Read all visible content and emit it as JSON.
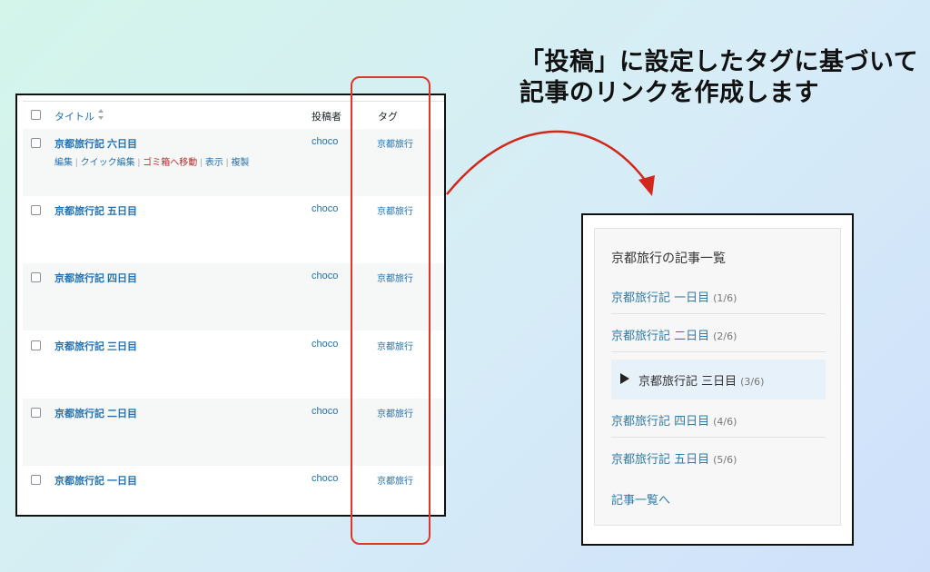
{
  "headline": {
    "line1": "「投稿」に設定したタグに基づいて",
    "line2": "記事のリンクを作成します"
  },
  "wp_list": {
    "headers": {
      "title": "タイトル",
      "author": "投稿者",
      "tags": "タグ"
    },
    "rows": [
      {
        "title": "京都旅行記 六日目",
        "author": "choco",
        "tag": "京都旅行"
      },
      {
        "title": "京都旅行記 五日目",
        "author": "choco",
        "tag": "京都旅行"
      },
      {
        "title": "京都旅行記 四日目",
        "author": "choco",
        "tag": "京都旅行"
      },
      {
        "title": "京都旅行記 三日目",
        "author": "choco",
        "tag": "京都旅行"
      },
      {
        "title": "京都旅行記 二日目",
        "author": "choco",
        "tag": "京都旅行"
      },
      {
        "title": "京都旅行記 一日目",
        "author": "choco",
        "tag": "京都旅行"
      }
    ],
    "row_actions": {
      "edit": "編集",
      "quick_edit": "クイック編集",
      "trash": "ゴミ箱へ移動",
      "view": "表示",
      "duplicate": "複製",
      "separator": "|"
    }
  },
  "widget": {
    "title": "京都旅行の記事一覧",
    "items": [
      {
        "label": "京都旅行記 一日目",
        "count": "(1/6)"
      },
      {
        "label": "京都旅行記 二日目",
        "count": "(2/6)"
      },
      {
        "label": "京都旅行記 三日目",
        "count": "(3/6)",
        "current": true
      },
      {
        "label": "京都旅行記 四日目",
        "count": "(4/6)"
      },
      {
        "label": "京都旅行記 五日目",
        "count": "(5/6)"
      }
    ],
    "more_link": "記事一覧へ"
  },
  "colors": {
    "highlight": "#e0362a",
    "link": "#2271b1",
    "trash": "#b32d2e",
    "current_bg": "#e6f1f9"
  }
}
